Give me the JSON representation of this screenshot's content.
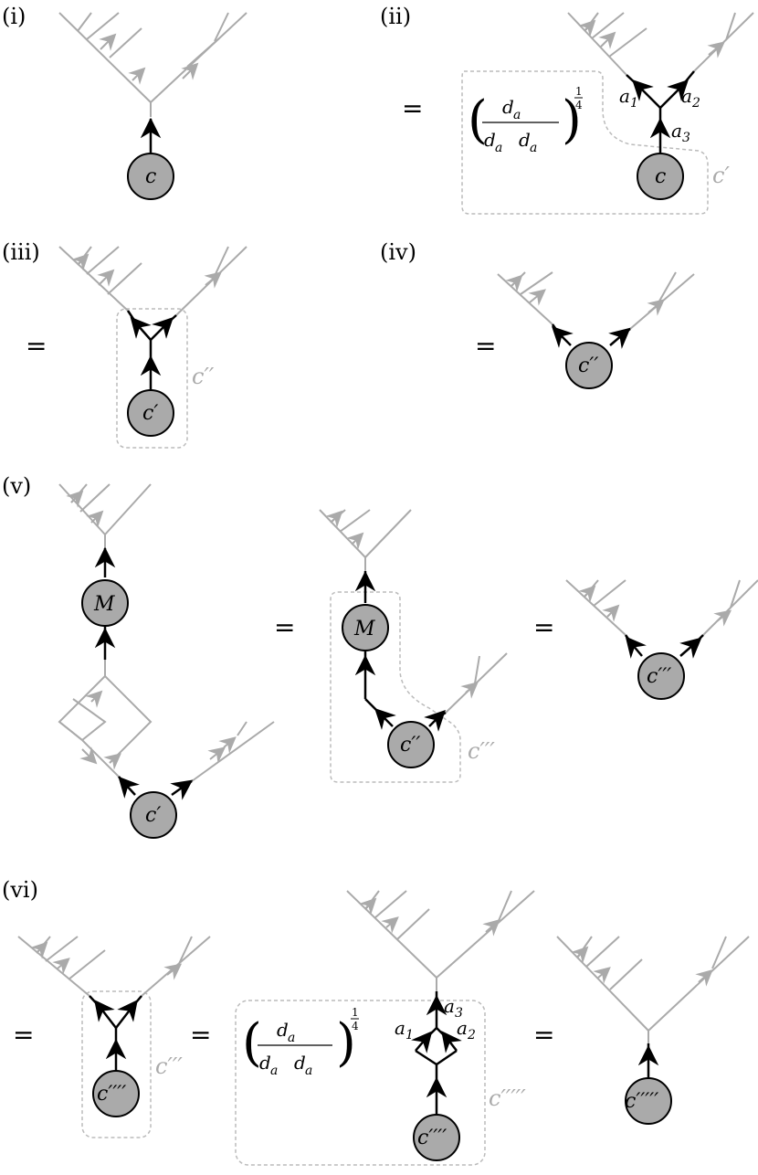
{
  "panels": {
    "i": "(i)",
    "ii": "(ii)",
    "iii": "(iii)",
    "iv": "(iv)",
    "v": "(v)",
    "vi": "(vi)"
  },
  "equals": "=",
  "nodes": {
    "c": "c",
    "c1": "c′",
    "c2": "c′′",
    "c3": "c′′′",
    "c4": "c′′′′",
    "c5": "c′′′′′",
    "M": "M"
  },
  "labels": {
    "a1": "a",
    "a2": "a",
    "a3": "a",
    "sub1": "1",
    "sub2": "2",
    "sub3": "3",
    "d": "d",
    "quarter_num": "1",
    "quarter_den": "4"
  },
  "region_labels": {
    "ii": "c′",
    "iii": "c′′",
    "v": "c′′′",
    "vi_a": "c′′′",
    "vi_b": "c′′′′′"
  }
}
